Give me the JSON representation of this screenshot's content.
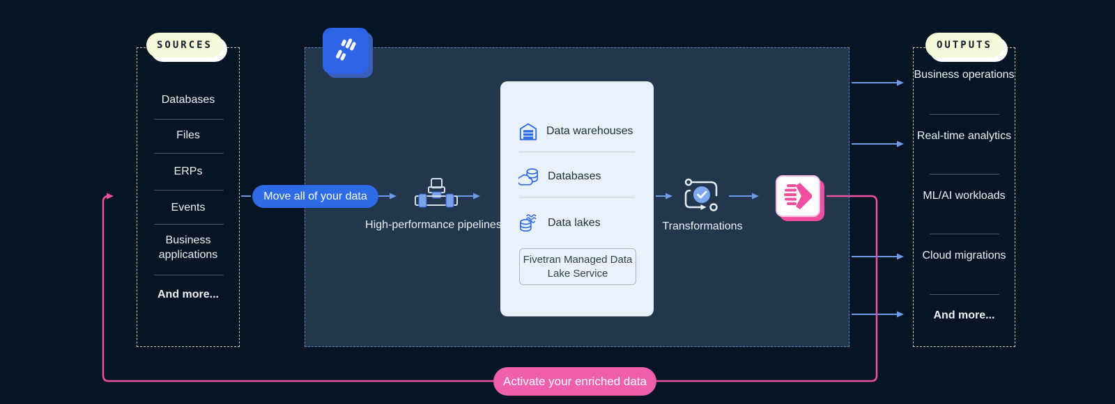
{
  "colors": {
    "background": "#051523",
    "panel_fill": "#22364d",
    "panel_dash": "#5d86c8",
    "source_dash": "#ccd0ad",
    "badge_cream": "#f6f9da",
    "accent_blue": "#2e6be6",
    "arrow_blue": "#6d9be9",
    "pink": "#ee51a4",
    "white_panel": "#e9f1fb"
  },
  "sources": {
    "badge": "SOURCES",
    "items": [
      "Databases",
      "Files",
      "ERPs",
      "Events",
      "Business applications",
      "And more..."
    ]
  },
  "pipeline": {
    "brand_icon": "fivetran-logo",
    "move_pill": "Move all of your data",
    "pipelines_label": "High-performance pipelines",
    "pipelines_icon": "pipe-tee-icon",
    "destinations": [
      {
        "icon": "warehouse-icon",
        "label": "Data warehouses"
      },
      {
        "icon": "cloud-database-icon",
        "label": "Databases"
      },
      {
        "icon": "data-lake-icon",
        "label": "Data lakes"
      }
    ],
    "managed_service": "Fivetran Managed Data Lake Service",
    "transformations_label": "Transformations",
    "transformations_icon": "workflow-check-icon",
    "activation_icon": "fivetran-activation-logo"
  },
  "outputs": {
    "badge": "OUTPUTS",
    "items": [
      "Business operations",
      "Real-time analytics",
      "ML/AI workloads",
      "Cloud migrations",
      "And more..."
    ]
  },
  "loop": {
    "activate_pill": "Activate your enriched data"
  }
}
